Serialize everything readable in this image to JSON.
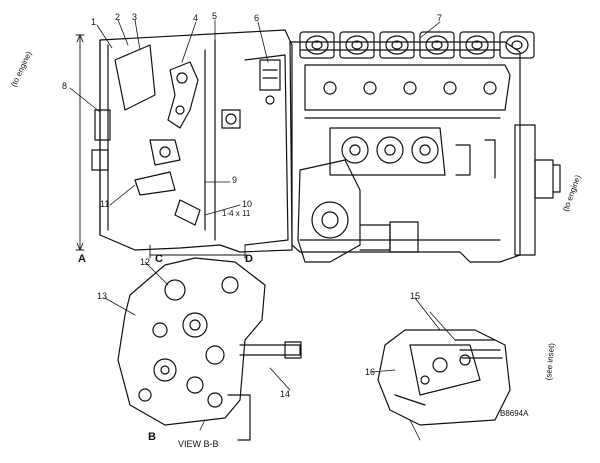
{
  "diagram": {
    "view_labels": {
      "a": "A",
      "b": "B",
      "c": "C",
      "d": "D"
    },
    "item_numbers": {
      "n1": "1",
      "n2": "2",
      "n3": "3",
      "n4": "4",
      "n5": "5",
      "n6": "6",
      "n7": "7",
      "n8": "8",
      "n9": "9",
      "n10": "10",
      "n11": "11",
      "n12": "12",
      "n13": "13",
      "n14": "14",
      "n15": "15",
      "n16": "16"
    },
    "drawing_ref": "B8694A",
    "view_caption": "VIEW B-B",
    "side_note_left": "(to engine)",
    "side_note_right": "(to engine)",
    "side_note_bottom_right": "(see inset)",
    "small_tag": "1-4 x 11"
  }
}
